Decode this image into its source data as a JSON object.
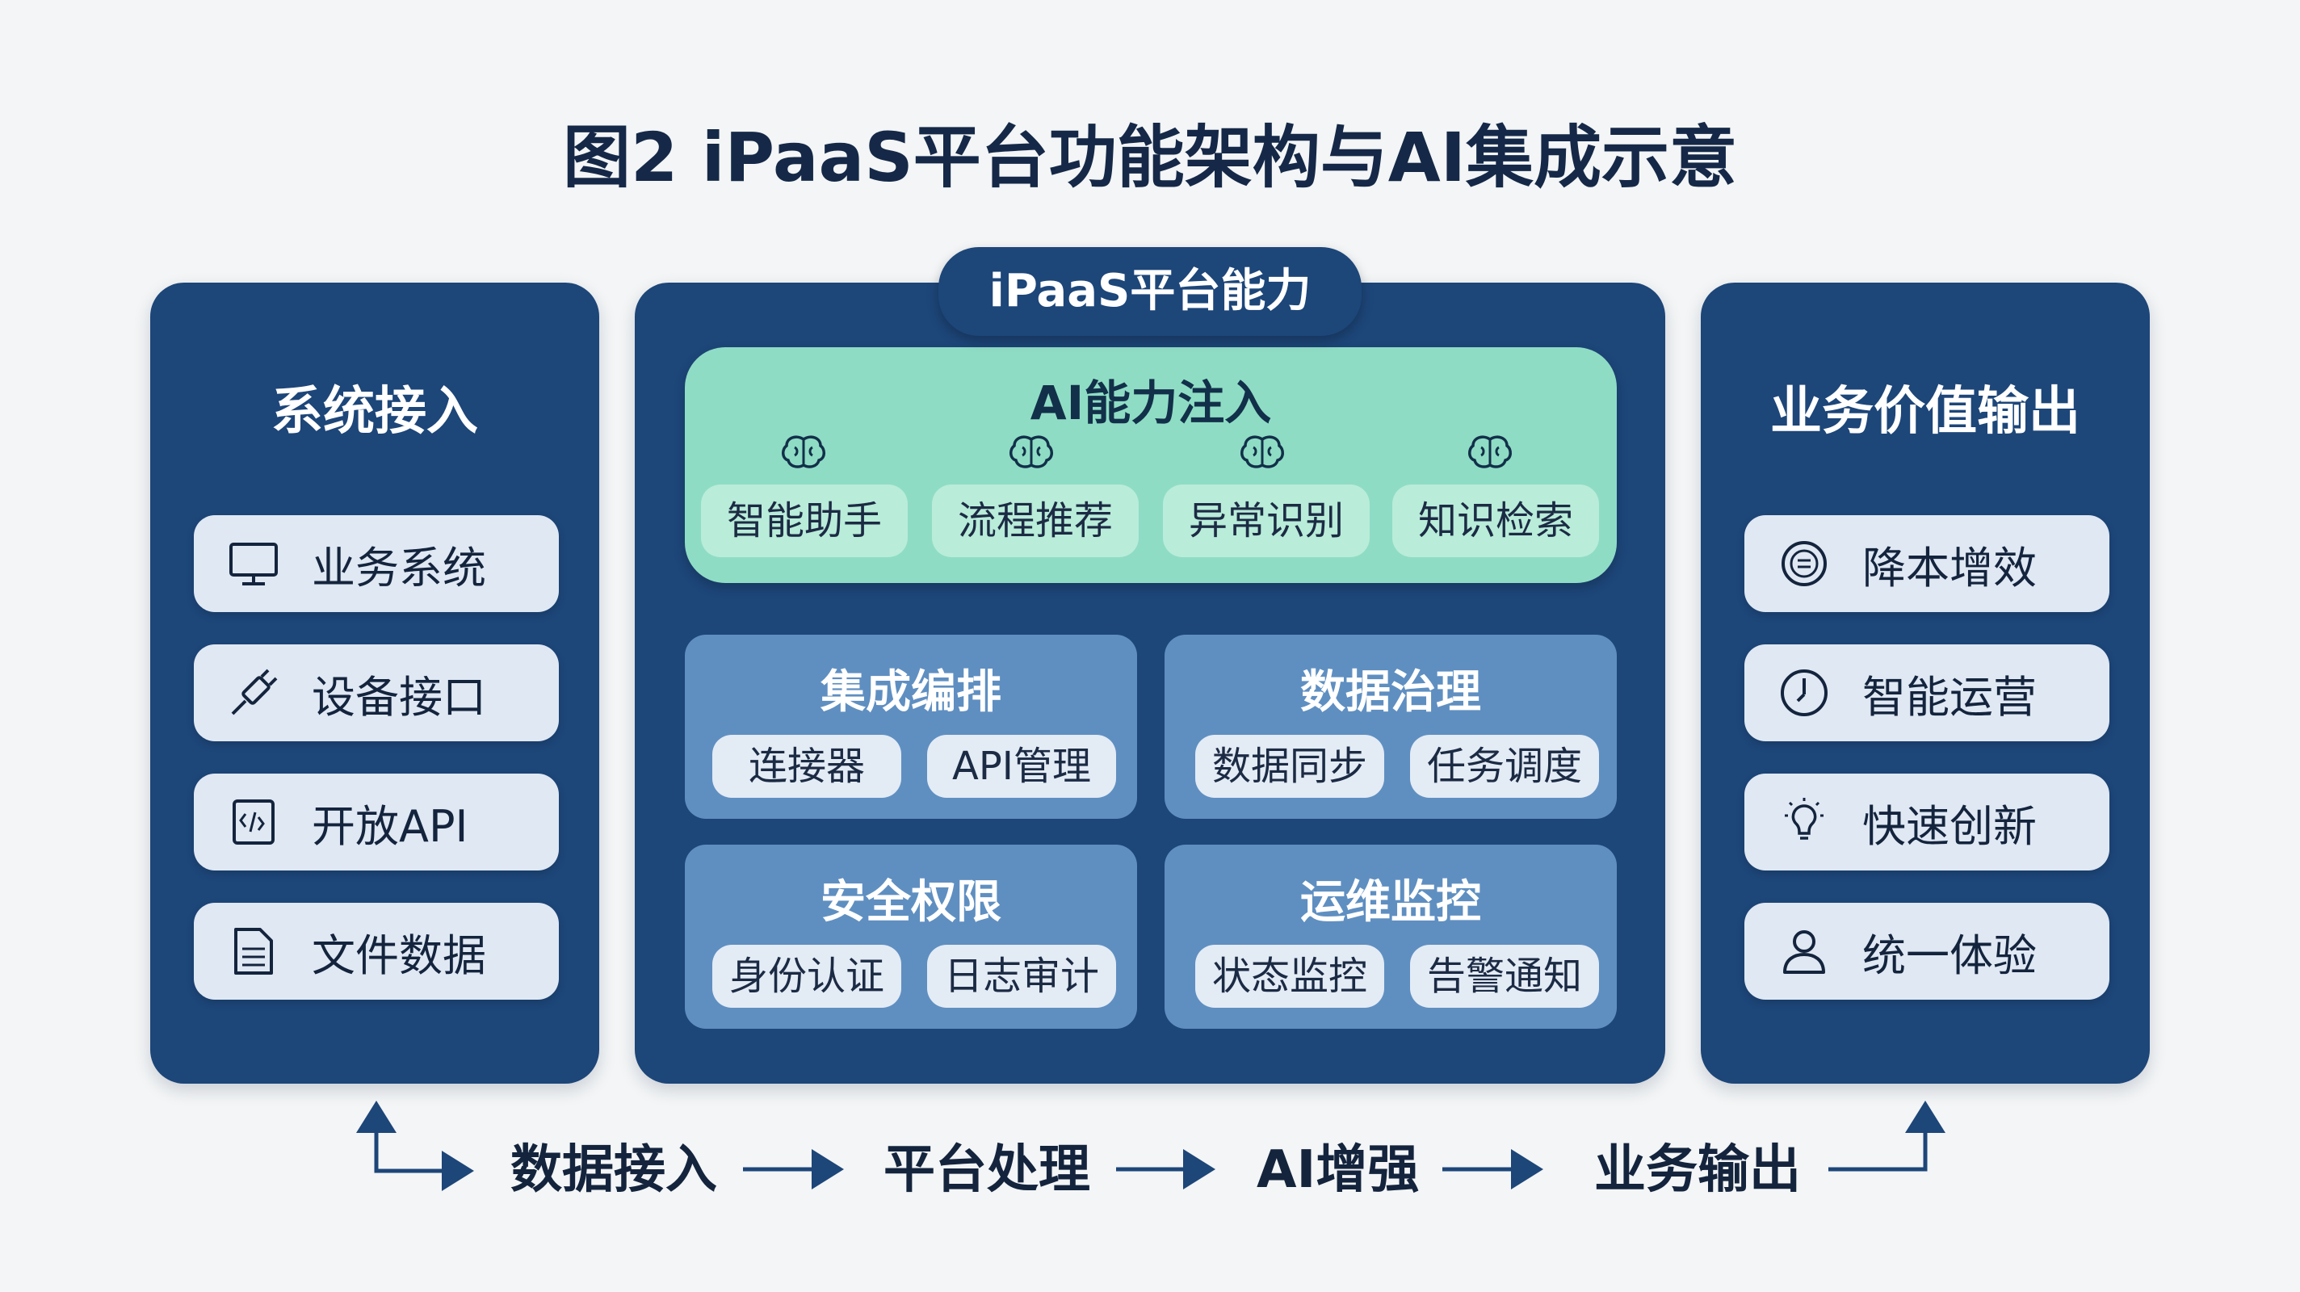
{
  "title": "图2 iPaaS平台功能架构与AI集成示意",
  "left": {
    "title": "系统接入",
    "items": [
      {
        "label": "业务系统",
        "icon": "monitor-icon"
      },
      {
        "label": "设备接口",
        "icon": "plug-icon"
      },
      {
        "label": "开放API",
        "icon": "code-file-icon"
      },
      {
        "label": "文件数据",
        "icon": "document-icon"
      }
    ]
  },
  "center": {
    "badge": "iPaaS平台能力",
    "ai": {
      "title": "AI能力注入",
      "items": [
        "智能助手",
        "流程推荐",
        "异常识别",
        "知识检索"
      ],
      "icon": "brain-icon"
    },
    "modules": [
      {
        "title": "集成编排",
        "items": [
          "连接器",
          "API管理"
        ]
      },
      {
        "title": "数据治理",
        "items": [
          "数据同步",
          "任务调度"
        ]
      },
      {
        "title": "安全权限",
        "items": [
          "身份认证",
          "日志审计"
        ]
      },
      {
        "title": "运维监控",
        "items": [
          "状态监控",
          "告警通知"
        ]
      }
    ]
  },
  "right": {
    "title": "业务价值输出",
    "items": [
      {
        "label": "降本增效",
        "icon": "coin-icon"
      },
      {
        "label": "智能运营",
        "icon": "clock-icon"
      },
      {
        "label": "快速创新",
        "icon": "lightbulb-icon"
      },
      {
        "label": "统一体验",
        "icon": "user-icon"
      }
    ]
  },
  "flow": [
    "数据接入",
    "平台处理",
    "AI增强",
    "业务输出"
  ],
  "colors": {
    "navy": "#1d4679",
    "module_blue": "#5f8fc1",
    "ai_green": "#8fdcc5",
    "background": "#f3f5f6"
  }
}
